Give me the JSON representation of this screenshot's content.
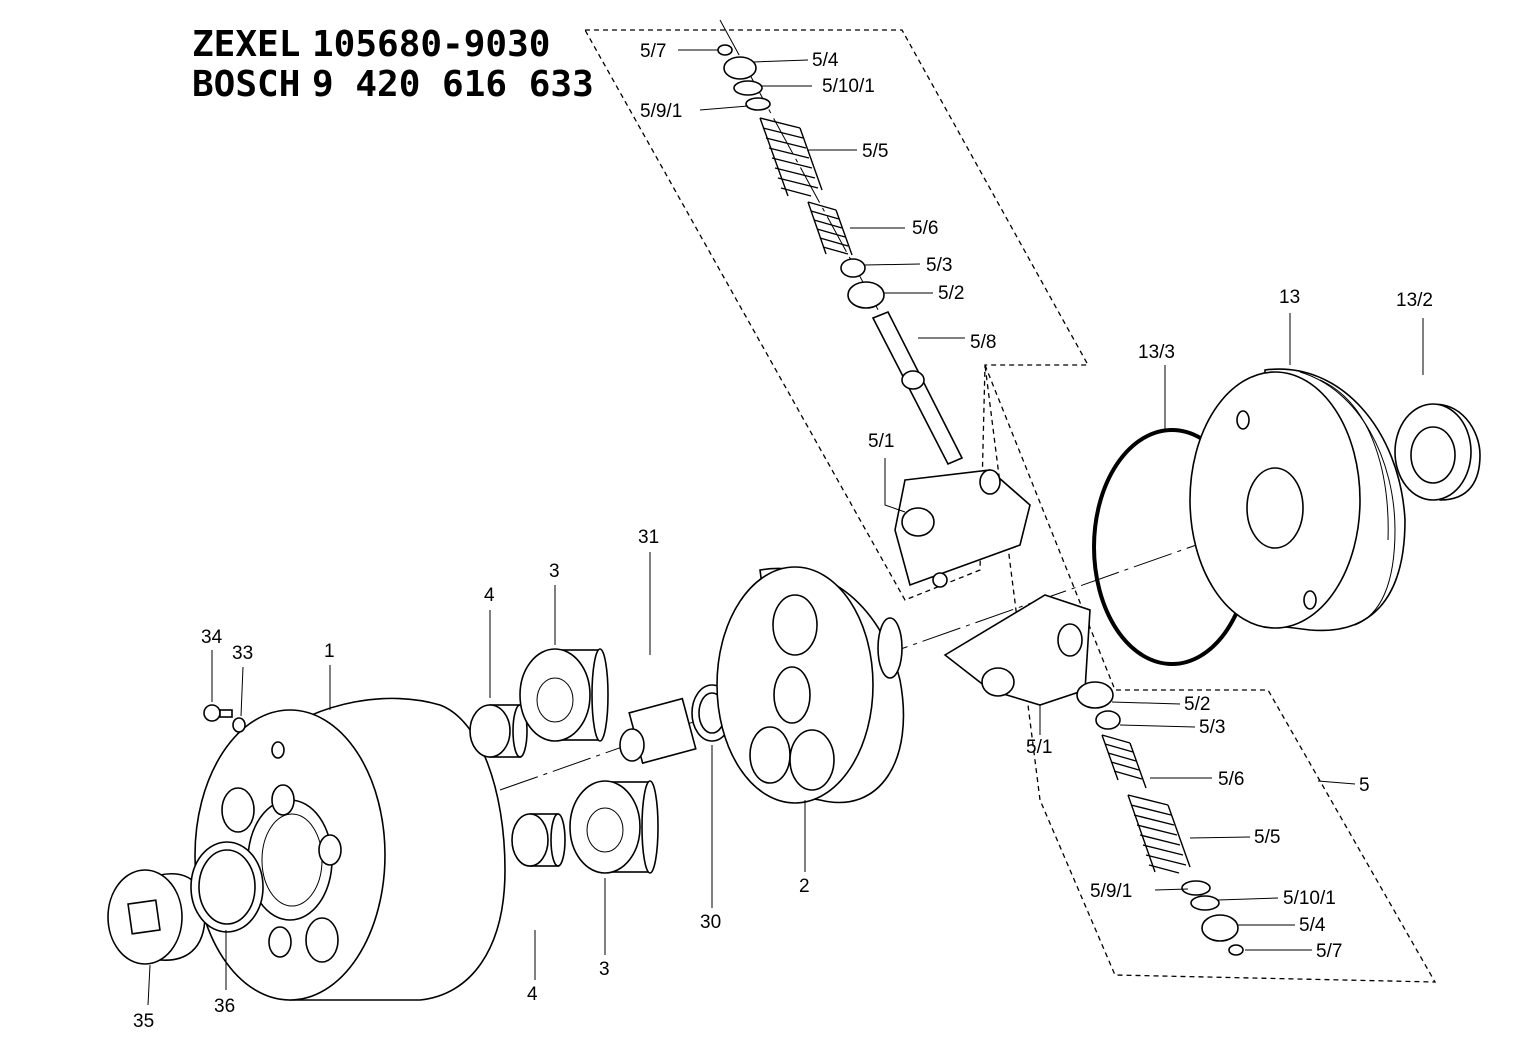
{
  "header": {
    "zexel_brand": "ZEXEL",
    "zexel_number": "105680-9030",
    "bosch_brand": "BOSCH",
    "bosch_number": "9 420 616 633"
  },
  "callouts": {
    "c_5_7_top": "5/7",
    "c_5_4_top": "5/4",
    "c_5_10_1_top": "5/10/1",
    "c_5_9_1_top": "5/9/1",
    "c_5_5_top": "5/5",
    "c_5_6_top": "5/6",
    "c_5_3_top": "5/3",
    "c_5_2_top": "5/2",
    "c_5_8": "5/8",
    "c_5_1_top": "5/1",
    "c_13": "13",
    "c_13_2": "13/2",
    "c_13_3": "13/3",
    "c_31": "31",
    "c_4_top": "4",
    "c_3_top": "3",
    "c_34": "34",
    "c_33": "33",
    "c_1": "1",
    "c_2": "2",
    "c_30": "30",
    "c_3_bottom": "3",
    "c_4_bottom": "4",
    "c_35": "35",
    "c_36": "36",
    "c_5_1_bottom": "5/1",
    "c_5_2_bottom": "5/2",
    "c_5_3_bottom": "5/3",
    "c_5_6_bottom": "5/6",
    "c_5": "5",
    "c_5_5_bottom": "5/5",
    "c_5_9_1_bottom": "5/9/1",
    "c_5_10_1_bottom": "5/10/1",
    "c_5_4_bottom": "5/4",
    "c_5_7_bottom": "5/7"
  }
}
